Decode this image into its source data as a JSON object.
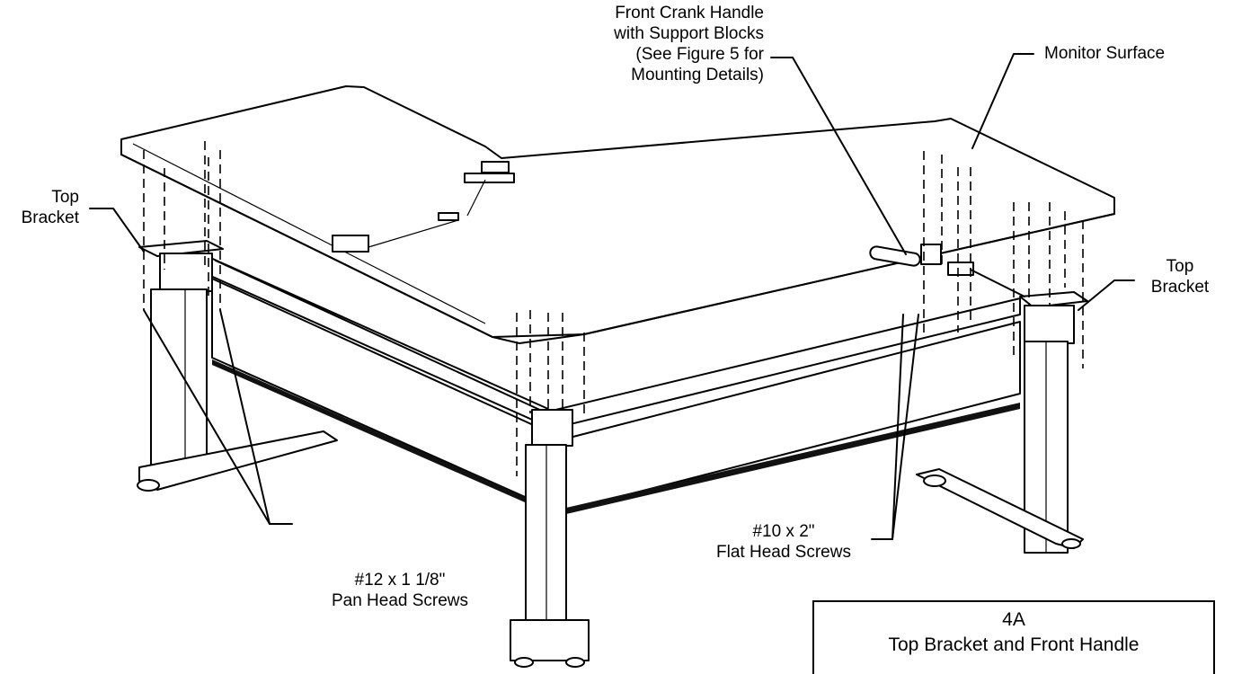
{
  "labels": {
    "top_bracket_left": [
      "Top",
      "Bracket"
    ],
    "front_crank": [
      "Front Crank Handle",
      "with Support Blocks",
      "(See Figure 5 for",
      "Mounting Details)"
    ],
    "monitor_surface": "Monitor Surface",
    "top_bracket_right": [
      "Top",
      "Bracket"
    ],
    "pan_head": [
      "#12 x 1 1/8\"",
      "Pan Head Screws"
    ],
    "flat_head": [
      "#10 x 2\"",
      "Flat Head Screws"
    ]
  },
  "figure_box": {
    "number": "4A",
    "caption": "Top Bracket and Front Handle"
  }
}
